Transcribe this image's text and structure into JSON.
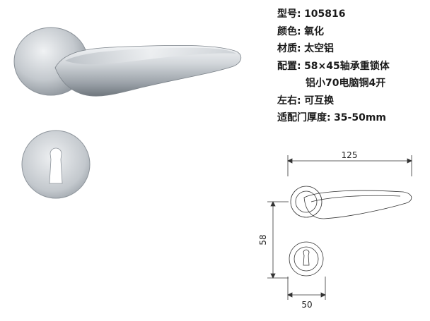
{
  "specs": {
    "model_label": "型号:",
    "model_value": "105816",
    "color_label": "颜色:",
    "color_value": "氧化",
    "material_label": "材质:",
    "material_value": "太空铝",
    "config_label": "配置:",
    "config_value_line1": "58×45轴承重锁体",
    "config_value_line2": "铝小70电脑铜4开",
    "handing_label": "左右:",
    "handing_value": "可互换",
    "door_label": "适配门厚度:",
    "door_value": "35-50mm"
  },
  "dimensions": {
    "width": "125",
    "height": "58",
    "rosette": "50"
  },
  "colors": {
    "metal_light": "#e2e5e8",
    "metal_mid": "#a8aeb4",
    "metal_dark": "#6f767d",
    "text": "#1a1a1a",
    "line": "#333333"
  }
}
